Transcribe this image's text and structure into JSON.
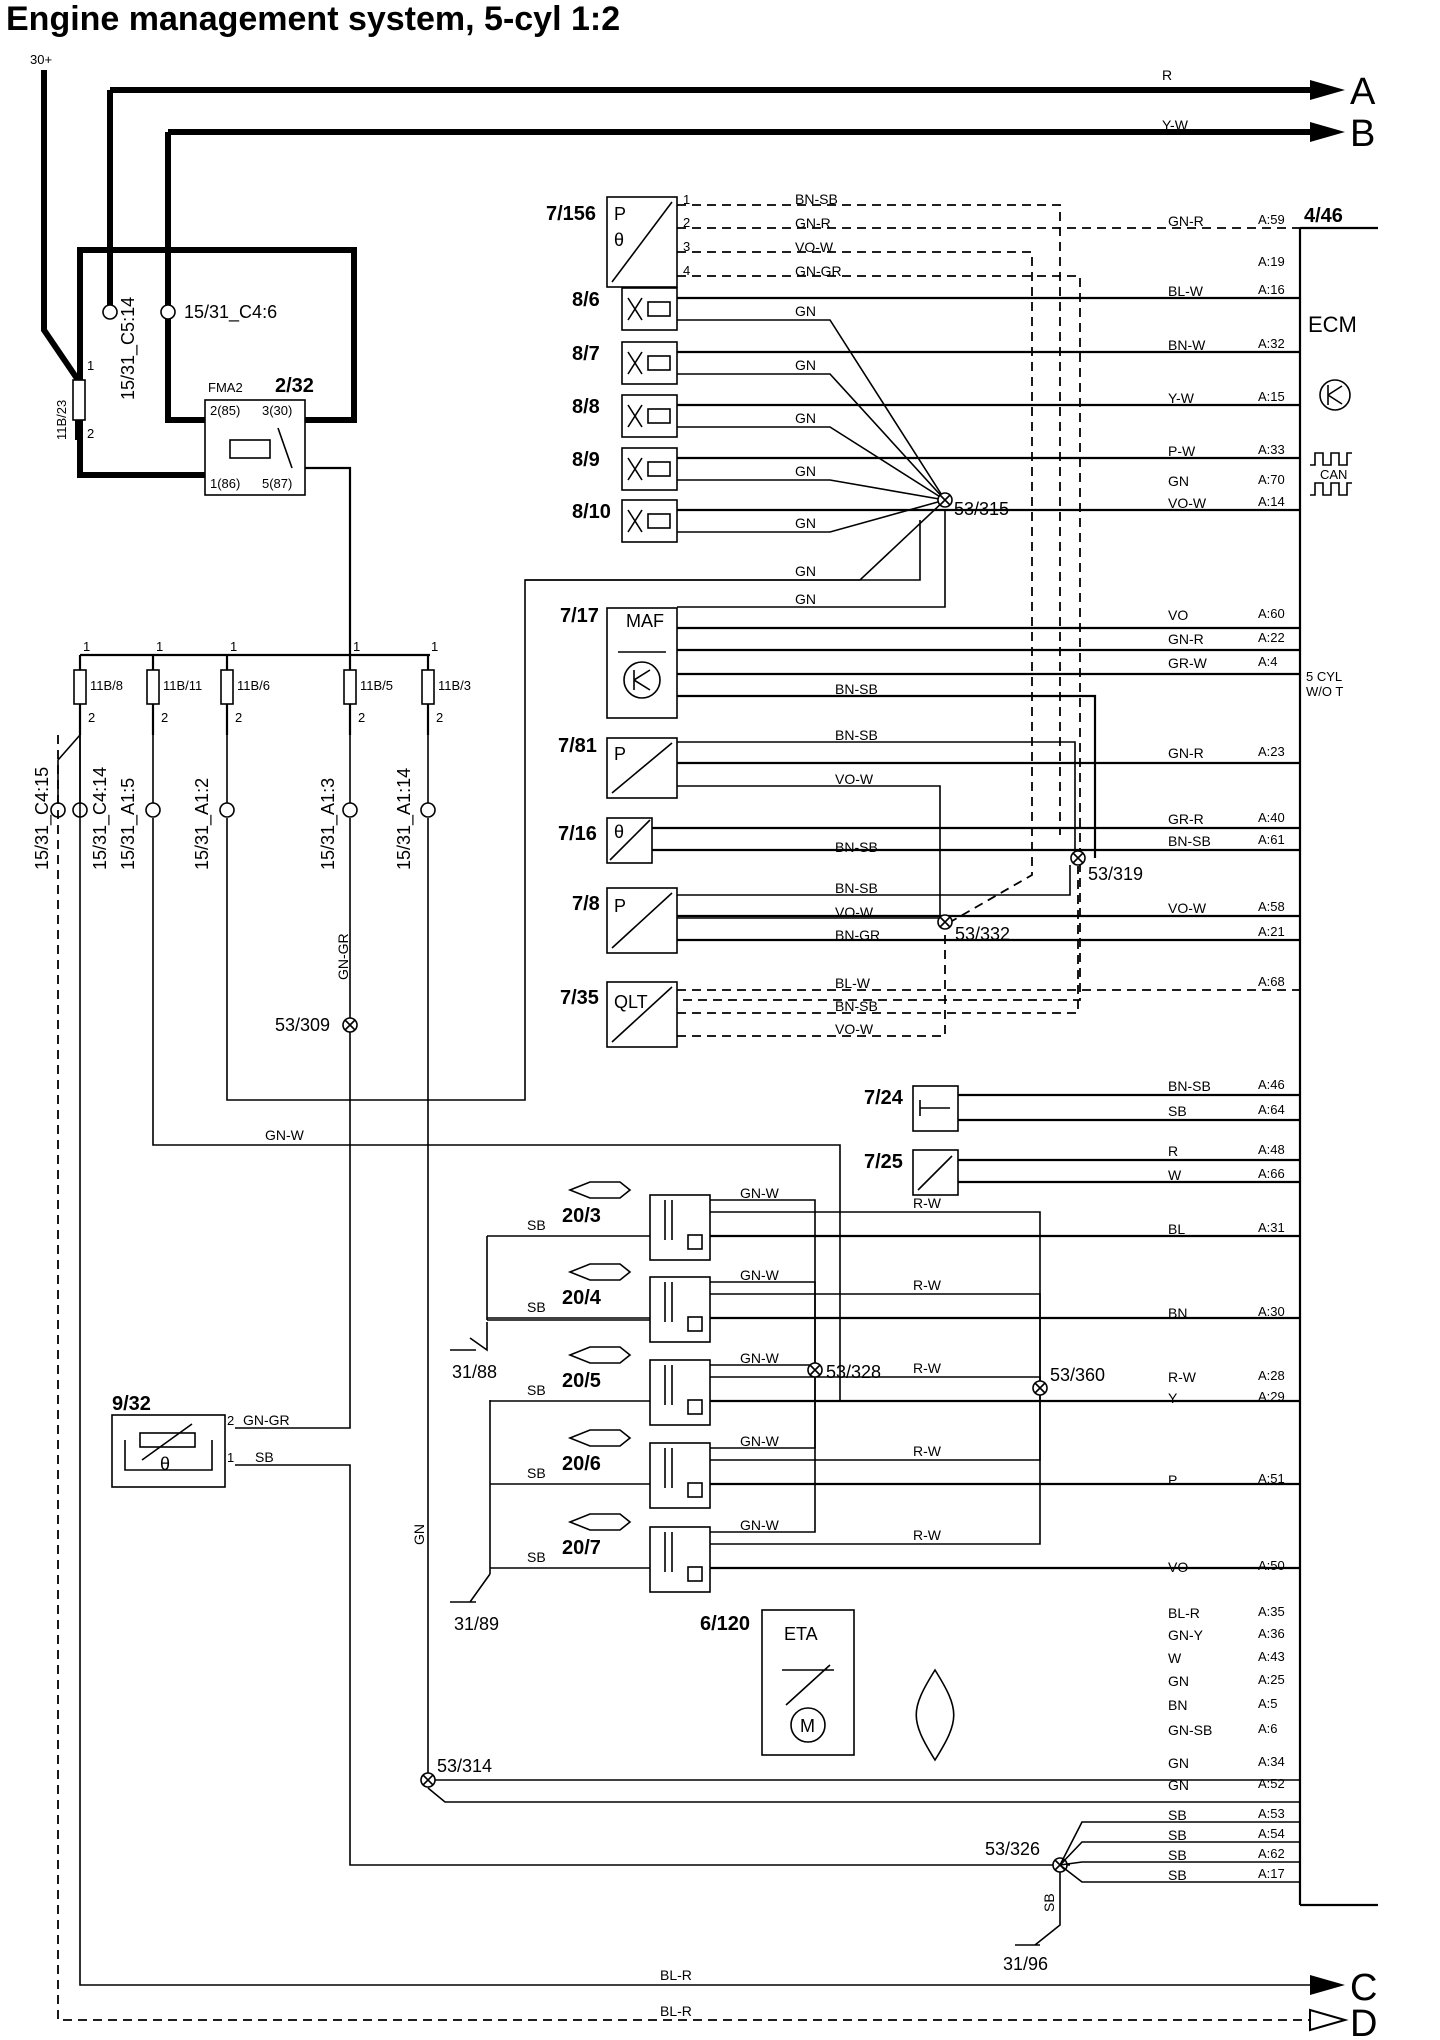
{
  "title": "Engine management system, 5-cyl 1:2",
  "supply": "30+",
  "ports": {
    "a": "A",
    "b": "B",
    "c": "C",
    "d": "D"
  },
  "ecm": {
    "id": "4/46",
    "label": "ECM",
    "can": "CAN",
    "variant_line1": "5 CYL",
    "variant_line2": "W/O T"
  },
  "relay": {
    "id": "2/32",
    "name": "FMA2",
    "p85": "2(85)",
    "p30": "3(30)",
    "p86": "1(86)",
    "p87": "5(87)"
  },
  "fuse_11b23": {
    "name": "11B/23",
    "pin1": "1",
    "pin2": "2"
  },
  "connectors": {
    "c5_14": "15/31_C5:14",
    "c4_6": "15/31_C4:6",
    "c4_15": "15/31_C4:15",
    "c4_14": "15/31_C4:14",
    "a1_5": "15/31_A1:5",
    "a1_2": "15/31_A1:2",
    "a1_3": "15/31_A1:3",
    "a1_14": "15/31_A1:14"
  },
  "fuses": [
    {
      "name": "11B/8",
      "pin1": "1",
      "pin2": "2"
    },
    {
      "name": "11B/11",
      "pin1": "1",
      "pin2": "2"
    },
    {
      "name": "11B/6",
      "pin1": "1",
      "pin2": "2"
    },
    {
      "name": "11B/5",
      "pin1": "1",
      "pin2": "2"
    },
    {
      "name": "11B/3",
      "pin1": "1",
      "pin2": "2"
    }
  ],
  "splices": {
    "s315": "53/315",
    "s319": "53/319",
    "s332": "53/332",
    "s309": "53/309",
    "s328": "53/328",
    "s360": "53/360",
    "s314": "53/314",
    "s326": "53/326"
  },
  "grounds": {
    "g88": "31/88",
    "g89": "31/89",
    "g96": "31/96"
  },
  "components": {
    "c7_156": "7/156",
    "c8_6": "8/6",
    "c8_7": "8/7",
    "c8_8": "8/8",
    "c8_9": "8/9",
    "c8_10": "8/10",
    "c7_17": "7/17",
    "c7_81": "7/81",
    "c7_16": "7/16",
    "c7_8": "7/8",
    "c7_35": "7/35",
    "c7_24": "7/24",
    "c7_25": "7/25",
    "c20_3": "20/3",
    "c20_4": "20/4",
    "c20_5": "20/5",
    "c20_6": "20/6",
    "c20_7": "20/7",
    "c6_120": "6/120",
    "c9_32": "9/32"
  },
  "symbols": {
    "p": "P",
    "theta": "θ",
    "maf": "MAF",
    "qlt": "QLT",
    "eta": "ETA",
    "m": "M"
  },
  "ecm_pins": [
    {
      "pin": "A:59",
      "wire": "GN-R"
    },
    {
      "pin": "A:19",
      "wire": ""
    },
    {
      "pin": "A:16",
      "wire": "BL-W"
    },
    {
      "pin": "A:32",
      "wire": "BN-W"
    },
    {
      "pin": "A:15",
      "wire": "Y-W"
    },
    {
      "pin": "A:33",
      "wire": "P-W"
    },
    {
      "pin": "A:70",
      "wire": "GN"
    },
    {
      "pin": "A:14",
      "wire": "VO-W"
    },
    {
      "pin": "A:60",
      "wire": "VO"
    },
    {
      "pin": "A:22",
      "wire": "GN-R"
    },
    {
      "pin": "A:4",
      "wire": "GR-W"
    },
    {
      "pin": "A:23",
      "wire": "GN-R"
    },
    {
      "pin": "A:40",
      "wire": "GR-R"
    },
    {
      "pin": "A:61",
      "wire": "BN-SB"
    },
    {
      "pin": "A:58",
      "wire": "VO-W"
    },
    {
      "pin": "A:21",
      "wire": ""
    },
    {
      "pin": "A:68",
      "wire": ""
    },
    {
      "pin": "A:46",
      "wire": "BN-SB"
    },
    {
      "pin": "A:64",
      "wire": "SB"
    },
    {
      "pin": "A:48",
      "wire": "R"
    },
    {
      "pin": "A:66",
      "wire": "W"
    },
    {
      "pin": "A:31",
      "wire": "BL"
    },
    {
      "pin": "A:30",
      "wire": "BN"
    },
    {
      "pin": "A:28",
      "wire": "R-W"
    },
    {
      "pin": "A:29",
      "wire": "Y"
    },
    {
      "pin": "A:51",
      "wire": "P"
    },
    {
      "pin": "A:50",
      "wire": "VO"
    },
    {
      "pin": "A:35",
      "wire": "BL-R"
    },
    {
      "pin": "A:36",
      "wire": "GN-Y"
    },
    {
      "pin": "A:43",
      "wire": "W"
    },
    {
      "pin": "A:25",
      "wire": "GN"
    },
    {
      "pin": "A:5",
      "wire": "BN"
    },
    {
      "pin": "A:6",
      "wire": "GN-SB"
    },
    {
      "pin": "A:34",
      "wire": "GN"
    },
    {
      "pin": "A:52",
      "wire": "GN"
    },
    {
      "pin": "A:53",
      "wire": "SB"
    },
    {
      "pin": "A:54",
      "wire": "SB"
    },
    {
      "pin": "A:62",
      "wire": "SB"
    },
    {
      "pin": "A:17",
      "wire": "SB"
    }
  ],
  "wires": {
    "r": "R",
    "yw": "Y-W",
    "bnsb": "BN-SB",
    "gnr": "GN-R",
    "vow": "VO-W",
    "gngr": "GN-GR",
    "gn": "GN",
    "bnsb2": "BN-SB",
    "vow2": "VO-W",
    "bngr": "BN-GR",
    "blw": "BL-W",
    "bnsb3": "BN-SB",
    "vow3": "VO-W",
    "gnw": "GN-W",
    "rw": "R-W",
    "sb": "SB",
    "blr": "BL-R"
  }
}
